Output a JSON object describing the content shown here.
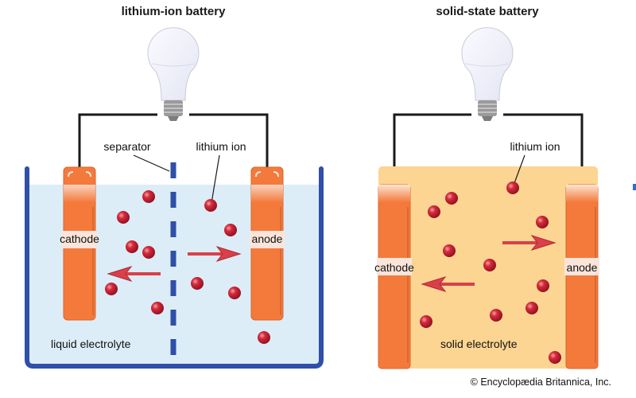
{
  "left_panel": {
    "title": "lithium-ion battery",
    "labels": {
      "separator": "separator",
      "lithium_ion": "lithium ion",
      "cathode": "cathode",
      "anode": "anode",
      "electrolyte": "liquid electrolyte"
    }
  },
  "right_panel": {
    "title": "solid-state battery",
    "labels": {
      "lithium_ion": "lithium ion",
      "cathode": "cathode",
      "anode": "anode",
      "electrolyte": "solid electrolyte"
    }
  },
  "credit": "© Encyclopædia Britannica, Inc.",
  "colors": {
    "electrode": "#f47a3c",
    "ion": "#c8202f",
    "arrow": "#d9404a",
    "liquid": "#dcedf7",
    "container": "#2f4fa8",
    "solid": "#fcd592",
    "wire": "#1a1a1a"
  }
}
